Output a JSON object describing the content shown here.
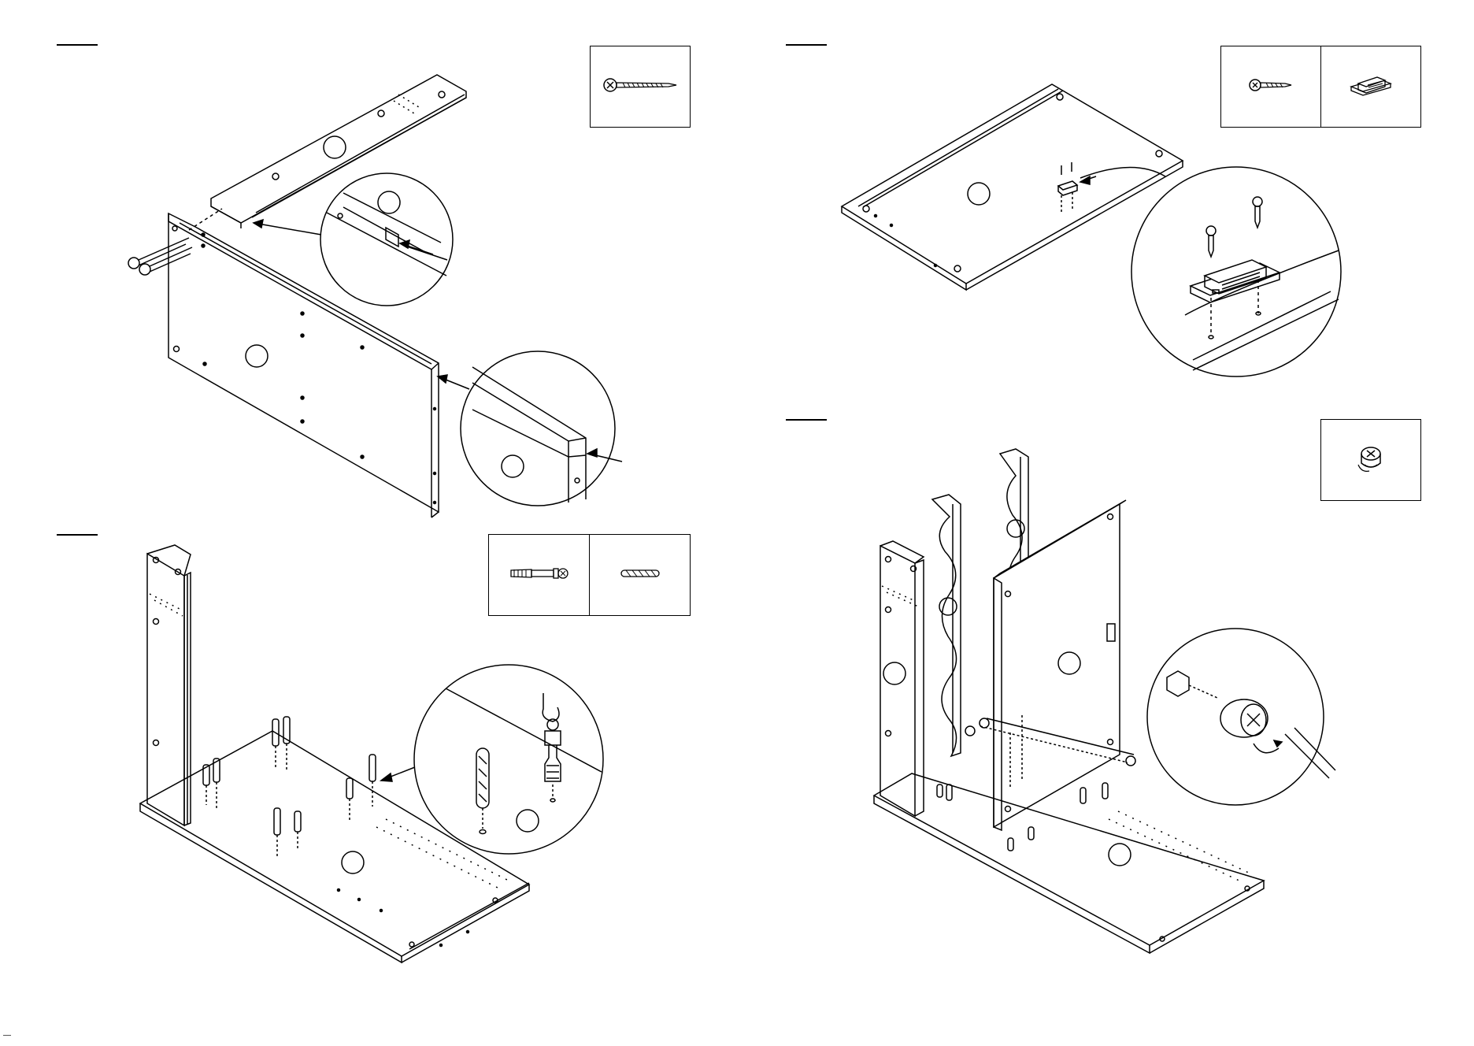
{
  "page": {
    "corner_mark": "—"
  },
  "steps": [
    {
      "parts": [
        {
          "icon": "wood-screw-icon"
        }
      ],
      "drawing": {
        "name": "assembly-rail-into-back-panel-groove",
        "detail_callouts": 2
      }
    },
    {
      "parts": [
        {
          "icon": "short-screw-icon"
        },
        {
          "icon": "magnetic-catch-icon"
        }
      ],
      "drawing": {
        "name": "assembly-magnetic-catch-on-panel",
        "detail_callouts": 1
      }
    },
    {
      "parts": [
        {
          "icon": "cam-bolt-icon"
        },
        {
          "icon": "wooden-dowel-icon"
        }
      ],
      "drawing": {
        "name": "assembly-bolts-dowels-into-base",
        "detail_callouts": 1
      }
    },
    {
      "parts": [
        {
          "icon": "cam-lock-nut-icon"
        }
      ],
      "drawing": {
        "name": "assembly-side-panels-cam-locks",
        "detail_callouts": 1
      }
    }
  ]
}
